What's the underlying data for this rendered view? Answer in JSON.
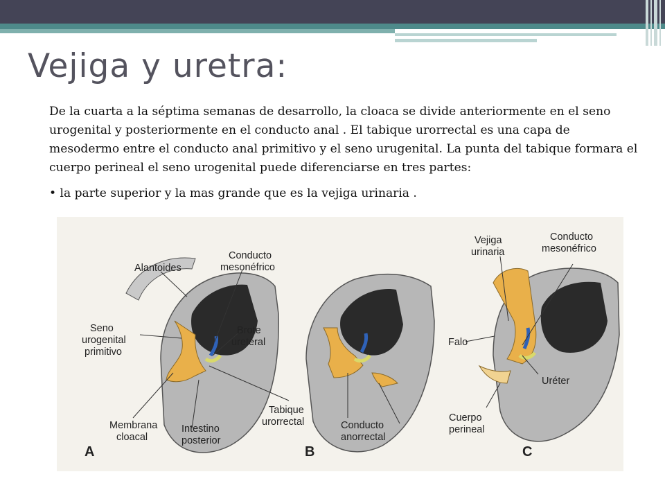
{
  "title": "Vejiga y uretra:",
  "paragraph": "De la cuarta a la séptima semanas de desarrollo, la cloaca se divide  anteriormente en el seno urogenital y posteriormente en el conducto anal . El tabique urorrectal es una capa de mesodermo entre el conducto anal primitivo  y el seno urugenital.  La punta del tabique formara el cuerpo perineal el seno urogenital puede diferenciarse en tres partes:",
  "bullet": "• la parte superior y la mas grande que es la vejiga urinaria .",
  "figure": {
    "labels": {
      "alantoides": "Alantoides",
      "conducto_mesonefrico_a_1": "Conducto",
      "conducto_mesonefrico_a_2": "mesonéfrico",
      "seno_1": "Seno",
      "seno_2": "urogenital",
      "seno_3": "primitivo",
      "brote_1": "Brote",
      "brote_2": "ureteral",
      "membrana_1": "Membrana",
      "membrana_2": "cloacal",
      "intestino_1": "Intestino",
      "intestino_2": "posterior",
      "tabique_1": "Tabique",
      "tabique_2": "urorrectal",
      "anorrectal_1": "Conducto",
      "anorrectal_2": "anorrectal",
      "vejiga_1": "Vejiga",
      "vejiga_2": "urinaria",
      "conducto_mesonefrico_c_1": "Conducto",
      "conducto_mesonefrico_c_2": "mesonéfrico",
      "falo": "Falo",
      "ureter": "Uréter",
      "cuerpo_1": "Cuerpo",
      "cuerpo_2": "perineal",
      "panel_a": "A",
      "panel_b": "B",
      "panel_c": "C"
    }
  }
}
